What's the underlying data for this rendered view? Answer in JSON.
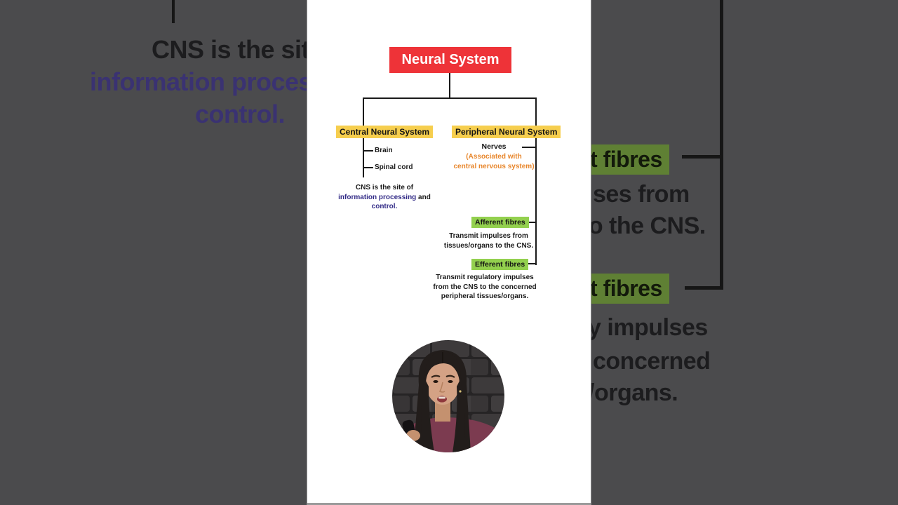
{
  "background": {
    "left": {
      "line1": "CNS is the site",
      "line2": "information process",
      "line3": "control."
    },
    "right": {
      "afferent_fragment": "nt fibres",
      "impulses_fragment": "lses from",
      "cns_fragment": "to the CNS.",
      "efferent_fragment": "nt fibres",
      "regulatory_fragment": "y impulses",
      "concerned_fragment": "concerned",
      "organs_fragment": "/organs."
    }
  },
  "diagram": {
    "title": "Neural System",
    "central": {
      "label": "Central Neural System",
      "item1": "Brain",
      "item2": "Spinal cord",
      "note_line1": "CNS is the site of",
      "note_line2_highlight": "information processing",
      "note_line2_rest": " and",
      "note_line3": "control."
    },
    "peripheral": {
      "label": "Peripheral Neural System",
      "node": "Nerves",
      "node_note_line1": "(Associated with",
      "node_note_line2": "central nervous system)",
      "afferent_label": "Afferent fibres",
      "afferent_desc_line1": "Transmit impulses from",
      "afferent_desc_line2": "tissues/organs to the CNS.",
      "efferent_label": "Efferent fibres",
      "efferent_desc_line1": "Transmit regulatory impulses",
      "efferent_desc_line2": "from the CNS to the concerned",
      "efferent_desc_line3": "peripheral tissues/organs."
    }
  },
  "colors": {
    "title_bg": "#EE3338",
    "highlight_yellow": "#F6CE4E",
    "highlight_green": "#93D04E",
    "accent_orange": "#E8872D",
    "accent_purple": "#332C87",
    "background_gray": "#4B4B4D",
    "dim_green": "#5F8034"
  }
}
